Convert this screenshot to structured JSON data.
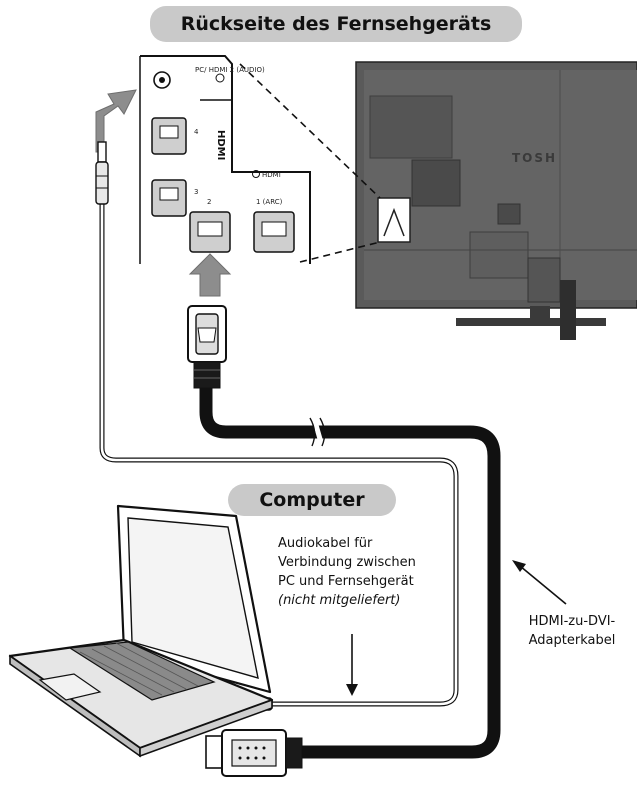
{
  "header": {
    "title": "Rückseite des Fernsehgeräts"
  },
  "computer": {
    "label": "Computer"
  },
  "audio_cable": {
    "line1": "Audiokabel für",
    "line2": "Verbindung zwischen",
    "line3": "PC und Fernsehgerät",
    "line4": "(nicht mitgeliefert)"
  },
  "hdmi_cable": {
    "line1": "HDMI-zu-DVI-",
    "line2": "Adapterkabel"
  },
  "panel": {
    "pc_audio": "PC/ HDMI 2 (AUDIO)",
    "port_4": "4",
    "port_3": "3",
    "port_2": "2",
    "port_1": "1 (ARC)",
    "hdmi_vertical": "HDMI",
    "hdmi_small": "HDMI"
  },
  "tv": {
    "brand": "TOSH"
  },
  "colors": {
    "pill": "#c9c9c9",
    "tv_body": "#5a5a5a",
    "cable": "#111111",
    "arrow": "#8d8d8d"
  }
}
